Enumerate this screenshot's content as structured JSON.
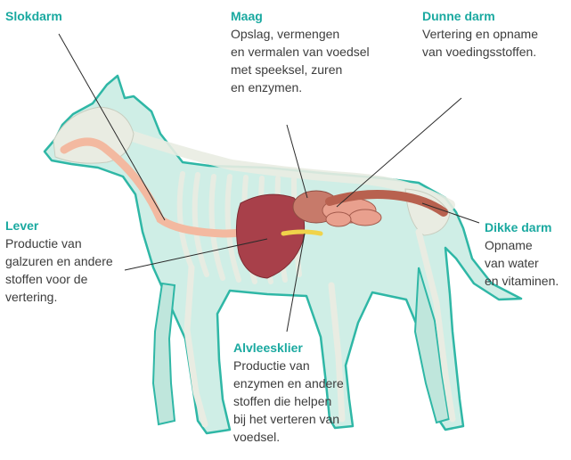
{
  "labels": {
    "slokdarm": {
      "title": "Slokdarm",
      "body": ""
    },
    "maag": {
      "title": "Maag",
      "body": "Opslag, vermengen\nen vermalen van voedsel\nmet speeksel, zuren\nen enzymen."
    },
    "dunne_darm": {
      "title": "Dunne darm",
      "body": "Vertering en opname\nvan voedingsstoffen."
    },
    "lever": {
      "title": "Lever",
      "body": "Productie van\ngalzuren en andere\nstoffen voor de\nvertering."
    },
    "dikke_darm": {
      "title": "Dikke darm",
      "body": "Opname\nvan water\nen vitaminen."
    },
    "alvleesklier": {
      "title": "Alvleesklier",
      "body": "Productie van\nenzymen en andere\nstoffen die helpen\nbij het verteren van\nvoedsel."
    }
  },
  "colors": {
    "accent_title": "#1aa9a0",
    "body_fill": "#cfeee6",
    "body_outline": "#2fb7a6",
    "bone": "#e9ece2",
    "esophagus": "#f3b9a0",
    "liver": "#a8404a",
    "intestine": "#c77a6a",
    "leader_line": "#2b2b2b"
  }
}
